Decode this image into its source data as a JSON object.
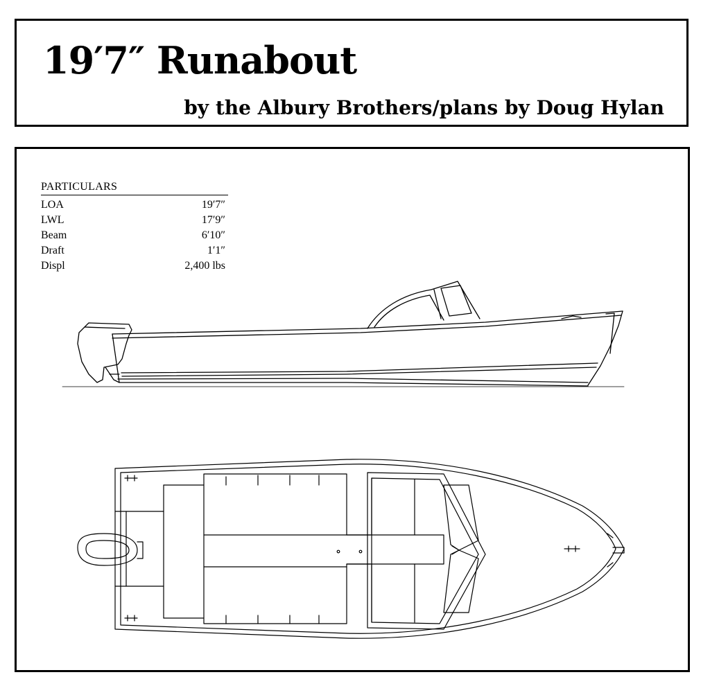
{
  "header": {
    "title": "19′7″ Runabout",
    "subtitle": "by the Albury Brothers/plans by Doug Hylan"
  },
  "particulars": {
    "heading": "PARTICULARS",
    "rows": [
      {
        "label": "LOA",
        "value": "19′7″"
      },
      {
        "label": "LWL",
        "value": "17′9″"
      },
      {
        "label": "Beam",
        "value": "6′10″"
      },
      {
        "label": "Draft",
        "value": "1′1″"
      },
      {
        "label": "Displ",
        "value": "2,400 lbs"
      }
    ]
  }
}
